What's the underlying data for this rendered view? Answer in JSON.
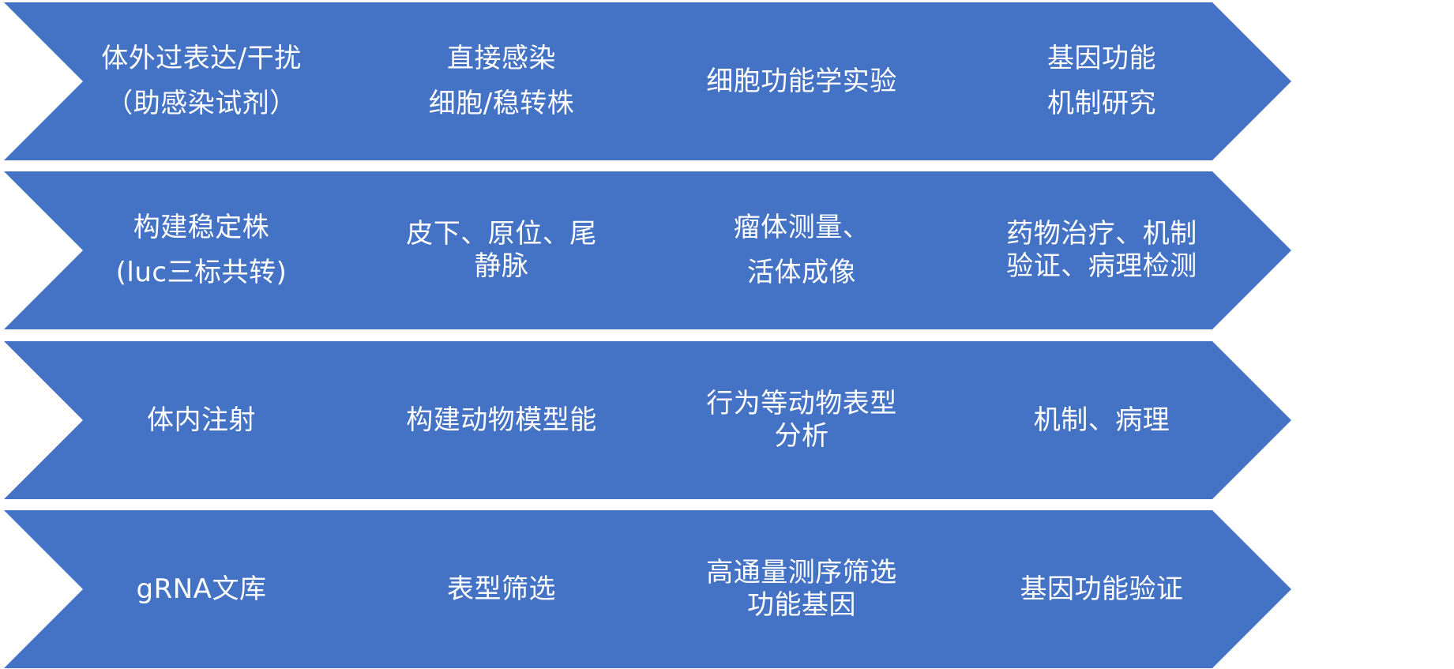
{
  "colors": {
    "chevron_fill": "#4472C4",
    "text": "#FFFFFF",
    "background": "#FFFFFF"
  },
  "rows": [
    {
      "steps": [
        {
          "lines": [
            "体外过表达/干扰",
            "（助感染试剂）"
          ]
        },
        {
          "lines": [
            "直接感染",
            "细胞/稳转株"
          ]
        },
        {
          "lines": [
            "细胞功能学实验"
          ]
        },
        {
          "lines": [
            "基因功能",
            "机制研究"
          ]
        }
      ]
    },
    {
      "steps": [
        {
          "lines": [
            "构建稳定株",
            "(luc三标共转)"
          ]
        },
        {
          "lines": [
            "皮下、原位、尾",
            "静脉"
          ]
        },
        {
          "lines": [
            "瘤体测量、",
            "活体成像"
          ]
        },
        {
          "lines": [
            "药物治疗、机制",
            "验证、病理检测"
          ]
        }
      ]
    },
    {
      "steps": [
        {
          "lines": [
            "体内注射"
          ]
        },
        {
          "lines": [
            "构建动物模型能"
          ]
        },
        {
          "lines": [
            "行为等动物表型",
            "分析"
          ]
        },
        {
          "lines": [
            "机制、病理"
          ]
        }
      ]
    },
    {
      "steps": [
        {
          "lines": [
            "gRNA文库"
          ]
        },
        {
          "lines": [
            "表型筛选"
          ]
        },
        {
          "lines": [
            "高通量测序筛选",
            "功能基因"
          ]
        },
        {
          "lines": [
            "基因功能验证"
          ]
        }
      ]
    }
  ]
}
